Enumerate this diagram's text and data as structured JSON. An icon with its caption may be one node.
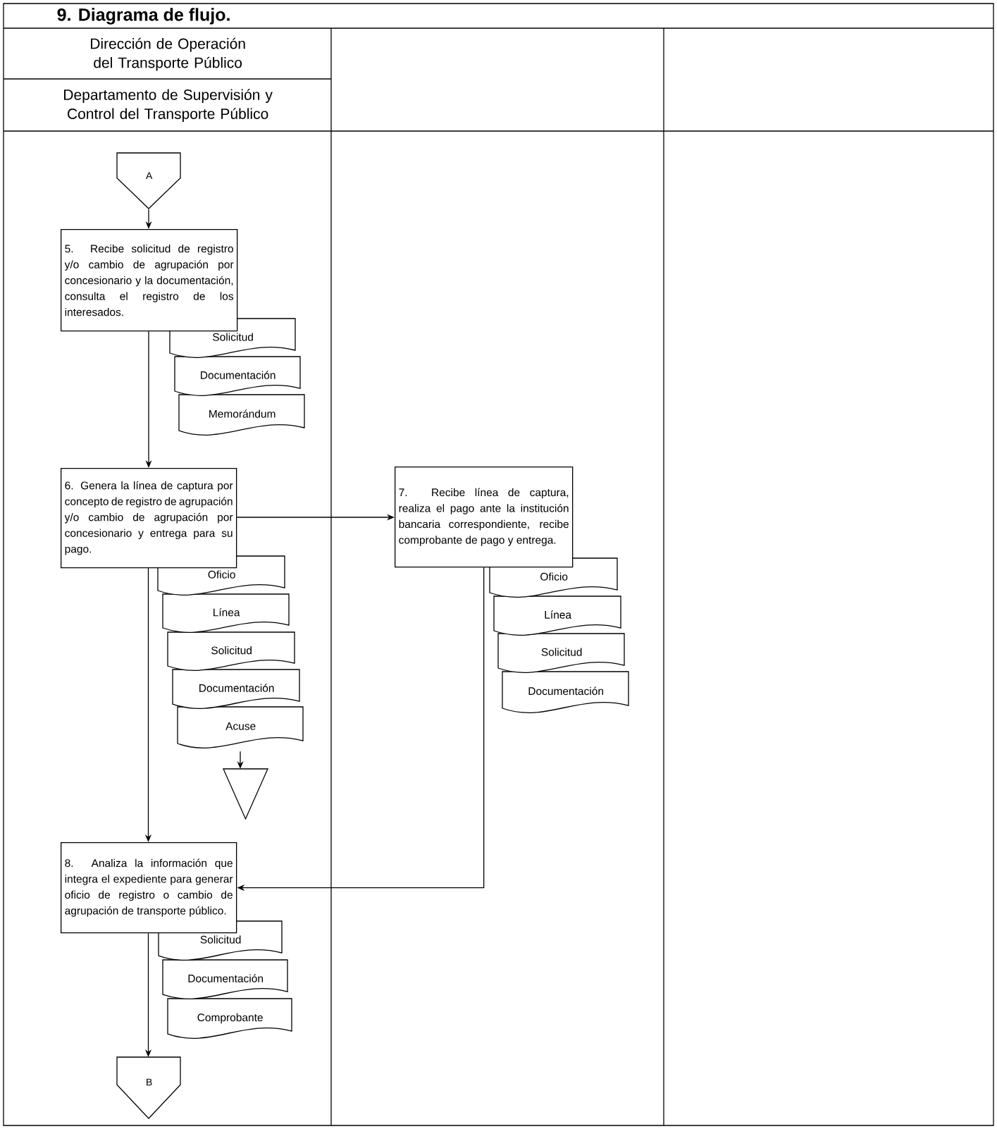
{
  "diagram": {
    "title": "9. Diagrama de flujo.",
    "nodes": [
      {
        "text": [
          "Dirección de Operación del Transporte Público"
        ]
      },
      {
        "text": [
          "Departamento de Supervisión y Control del Transporte Público"
        ]
      },
      {
        "text": [
          "A"
        ]
      },
      {
        "text": [
          "5. Recibe solicitud de registro y/o cambio de agrupación por concesionario y la documentación, consulta el registro de los interesados."
        ]
      },
      {
        "text": [
          "Solicitud"
        ]
      },
      {
        "text": [
          "Documentación"
        ]
      },
      {
        "text": [
          "Memorándum"
        ]
      },
      {
        "text": [
          "6. Genera la línea de captura por concepto de registro de agrupación y/o cambio de agrupación por concesionario y entrega para su pago."
        ]
      },
      {
        "text": [
          "Oficio"
        ]
      },
      {
        "text": [
          "Línea"
        ]
      },
      {
        "text": [
          "Solicitud"
        ]
      },
      {
        "text": [
          "Documentación"
        ]
      },
      {
        "text": [
          "Acuse"
        ]
      },
      {
        "text": [],
        "shape": "triangle"
      },
      {
        "text": [
          "7. Recibe línea de captura, realiza el pago ante la institución bancaria correspondiente, recibe comprobante de pago y entrega."
        ]
      },
      {
        "text": [
          "Oficio"
        ]
      },
      {
        "text": [
          "Línea"
        ]
      },
      {
        "text": [
          "Solicitud"
        ]
      },
      {
        "text": [
          "Documentación"
        ]
      },
      {
        "text": [
          "8. Analiza la información que integra el expediente para generar oficio de registro o cambio de agrupación de transporte público."
        ]
      },
      {
        "text": [
          "Solicitud"
        ]
      },
      {
        "text": [
          "Documentación"
        ]
      },
      {
        "text": [
          "Comprobante"
        ]
      },
      {
        "text": [
          "B"
        ]
      }
    ],
    "edges": [
      {
        "from": 2,
        "to": 3,
        "arrow": "to"
      },
      {
        "from": 3,
        "to": 7,
        "arrow": "to"
      },
      {
        "from": 7,
        "to": 14,
        "arrow": "to"
      },
      {
        "from": 12,
        "to": 13,
        "arrow": "to"
      },
      {
        "from": 7,
        "to": 19,
        "arrow": "to"
      },
      {
        "from": 14,
        "to": 19,
        "arrow": "to"
      },
      {
        "from": 19,
        "to": 23,
        "arrow": "to"
      }
    ]
  }
}
